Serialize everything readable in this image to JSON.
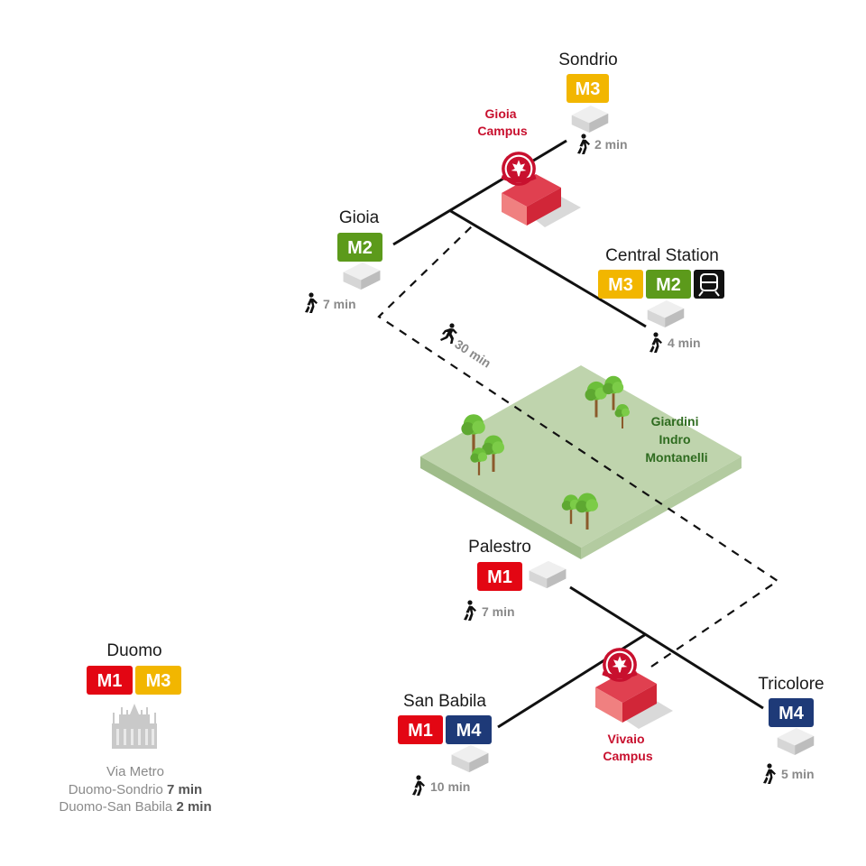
{
  "colors": {
    "m1": "#e30613",
    "m2": "#5c9a1b",
    "m3": "#f2b600",
    "m4": "#1e3a78",
    "rail": "#111111",
    "campus": "#c8102e",
    "park_ground": "#bfd4ad",
    "tree": "#6cbf3a",
    "muted_text": "#8a8a8a"
  },
  "stations": {
    "sondrio": {
      "name": "Sondrio",
      "lines": [
        "M3"
      ],
      "walk": "2 min"
    },
    "gioia": {
      "name": "Gioia",
      "lines": [
        "M2"
      ],
      "walk": "7 min"
    },
    "central": {
      "name": "Central Station",
      "lines": [
        "M3",
        "M2"
      ],
      "rail_icon": "train-icon",
      "walk": "4 min"
    },
    "palestro": {
      "name": "Palestro",
      "lines": [
        "M1"
      ],
      "walk": "7 min"
    },
    "san_babila": {
      "name": "San Babila",
      "lines": [
        "M1",
        "M4"
      ],
      "walk": "10 min"
    },
    "tricolore": {
      "name": "Tricolore",
      "lines": [
        "M4"
      ],
      "walk": "5 min"
    },
    "duomo": {
      "name": "Duomo",
      "lines": [
        "M1",
        "M3"
      ]
    }
  },
  "campuses": {
    "gioia": {
      "line1": "Gioia",
      "line2": "Campus"
    },
    "vivaio": {
      "line1": "Vivaio",
      "line2": "Campus"
    }
  },
  "park": {
    "line1": "Giardini",
    "line2": "Indro",
    "line3": "Montanelli"
  },
  "running_route": {
    "time": "30 min",
    "icon": "runner-icon"
  },
  "duomo_note": {
    "line1": "Via Metro",
    "line2_prefix": "Duomo-Sondrio ",
    "line2_time": "7 min",
    "line3_prefix": "Duomo-San Babila ",
    "line3_time": "2 min"
  },
  "icons": {
    "walk": "walking-person-icon",
    "run": "runner-icon",
    "metro_entrance": "metro-entrance-icon",
    "school": "school-emblem-icon",
    "cathedral": "duomo-cathedral-icon",
    "tree": "tree-icon"
  }
}
